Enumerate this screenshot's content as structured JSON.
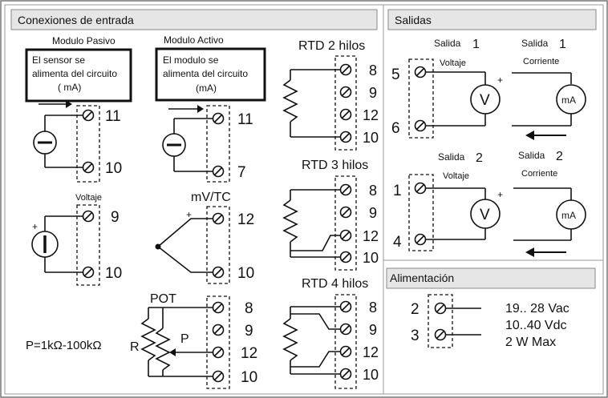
{
  "inputs": {
    "section_title": "Conexiones de entrada",
    "passive": {
      "title": "Modulo Pasivo",
      "box_line1": "El sensor se",
      "box_line2": "alimenta del circuito",
      "box_line3": "( mA)",
      "terminals": [
        "11",
        "10"
      ]
    },
    "active": {
      "title": "Modulo Activo",
      "box_line1": "El modulo se",
      "box_line2": "alimenta del circuito",
      "box_line3": "(mA)",
      "terminals": [
        "11",
        "7"
      ]
    },
    "voltage": {
      "title": "Voltaje",
      "plus": "+",
      "terminals": [
        "9",
        "10"
      ]
    },
    "mvtc": {
      "title": "mV/TC",
      "plus": "+",
      "terminals": [
        "12",
        "10"
      ]
    },
    "pot": {
      "title": "POT",
      "r_label": "R",
      "p_label": "P",
      "formula": "P=1kΩ-100kΩ",
      "terminals": [
        "8",
        "9",
        "12",
        "10"
      ]
    },
    "rtd2": {
      "title": "RTD 2 hilos",
      "terminals": [
        "8",
        "9",
        "12",
        "10"
      ]
    },
    "rtd3": {
      "title": "RTD 3 hilos",
      "terminals": [
        "8",
        "9",
        "12",
        "10"
      ]
    },
    "rtd4": {
      "title": "RTD 4 hilos",
      "terminals": [
        "8",
        "9",
        "12",
        "10"
      ]
    }
  },
  "outputs": {
    "section_title": "Salidas",
    "out1_voltage": {
      "title": "Salida",
      "number": "1",
      "subtitle": "Voltaje",
      "meter": "V",
      "plus": "+",
      "terminals": [
        "5",
        "6"
      ]
    },
    "out1_current": {
      "title": "Salida",
      "number": "1",
      "subtitle": "Corriente",
      "meter": "mA"
    },
    "out2_voltage": {
      "title": "Salida",
      "number": "2",
      "subtitle": "Voltaje",
      "meter": "V",
      "plus": "+",
      "terminals": [
        "1",
        "4"
      ]
    },
    "out2_current": {
      "title": "Salida",
      "number": "2",
      "subtitle": "Corriente",
      "meter": "mA"
    }
  },
  "power": {
    "section_title": "Alimentación",
    "terminals": [
      "2",
      "3"
    ],
    "spec_line1": "19.. 28 Vac",
    "spec_line2": "10..40 Vdc",
    "spec_line3": "2 W Max"
  }
}
